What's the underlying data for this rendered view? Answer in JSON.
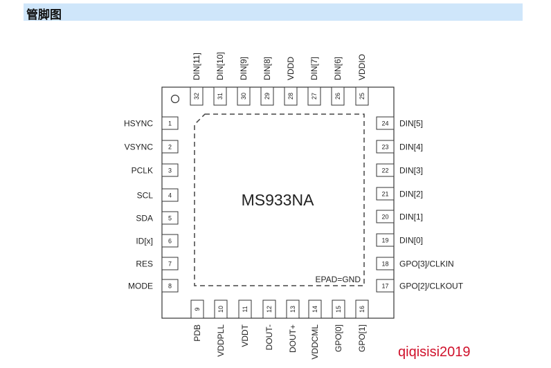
{
  "section_title": "管脚图",
  "chip_name": "MS933NA",
  "epad_label": "EPAD=GND",
  "watermark": "qiqisisi2019",
  "colors": {
    "header_bg": "#cfe6fa",
    "watermark": "#d0112b",
    "outline": "#333333"
  },
  "pins": {
    "left": [
      {
        "num": "1",
        "name": "HSYNC"
      },
      {
        "num": "2",
        "name": "VSYNC"
      },
      {
        "num": "3",
        "name": "PCLK"
      },
      {
        "num": "4",
        "name": "SCL"
      },
      {
        "num": "5",
        "name": "SDA"
      },
      {
        "num": "6",
        "name": "ID[x]"
      },
      {
        "num": "7",
        "name": "RES"
      },
      {
        "num": "8",
        "name": "MODE"
      }
    ],
    "bottom": [
      {
        "num": "9",
        "name": "PDB"
      },
      {
        "num": "10",
        "name": "VDDPLL"
      },
      {
        "num": "11",
        "name": "VDDT"
      },
      {
        "num": "12",
        "name": "DOUT-"
      },
      {
        "num": "13",
        "name": "DOUT+"
      },
      {
        "num": "14",
        "name": "VDDCML"
      },
      {
        "num": "15",
        "name": "GPO[0]"
      },
      {
        "num": "16",
        "name": "GPO[1]"
      }
    ],
    "right": [
      {
        "num": "17",
        "name": "GPO[2]/CLKOUT"
      },
      {
        "num": "18",
        "name": "GPO[3]/CLKIN"
      },
      {
        "num": "19",
        "name": "DIN[0]"
      },
      {
        "num": "20",
        "name": "DIN[1]"
      },
      {
        "num": "21",
        "name": "DIN[2]"
      },
      {
        "num": "22",
        "name": "DIN[3]"
      },
      {
        "num": "23",
        "name": "DIN[4]"
      },
      {
        "num": "24",
        "name": "DIN[5]"
      }
    ],
    "top": [
      {
        "num": "25",
        "name": "VDDIO"
      },
      {
        "num": "26",
        "name": "DIN[6]"
      },
      {
        "num": "27",
        "name": "DIN[7]"
      },
      {
        "num": "28",
        "name": "VDDD"
      },
      {
        "num": "29",
        "name": "DIN[8]"
      },
      {
        "num": "30",
        "name": "DIN[9]"
      },
      {
        "num": "31",
        "name": "DIN[10]"
      },
      {
        "num": "32",
        "name": "DIN[11]"
      }
    ]
  }
}
